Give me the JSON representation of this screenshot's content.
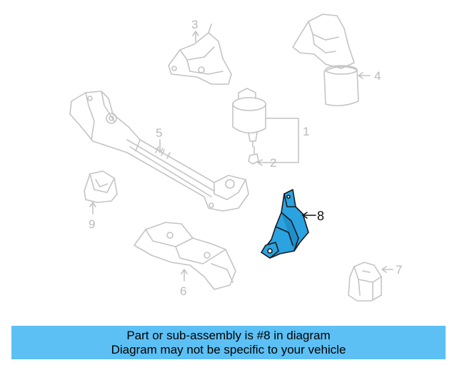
{
  "callouts": {
    "c1": "1",
    "c2": "2",
    "c3": "3",
    "c4": "4",
    "c5": "5",
    "c6": "6",
    "c7": "7",
    "c8": "8",
    "c9": "9"
  },
  "caption": {
    "line1": "Part or sub-assembly is #8 in diagram",
    "line2": "Diagram may not be specific to your vehicle"
  },
  "colors": {
    "highlight": "#2aa3e0",
    "caption_bg": "#5cc0f4",
    "line_gray": "#c4c4c4"
  }
}
